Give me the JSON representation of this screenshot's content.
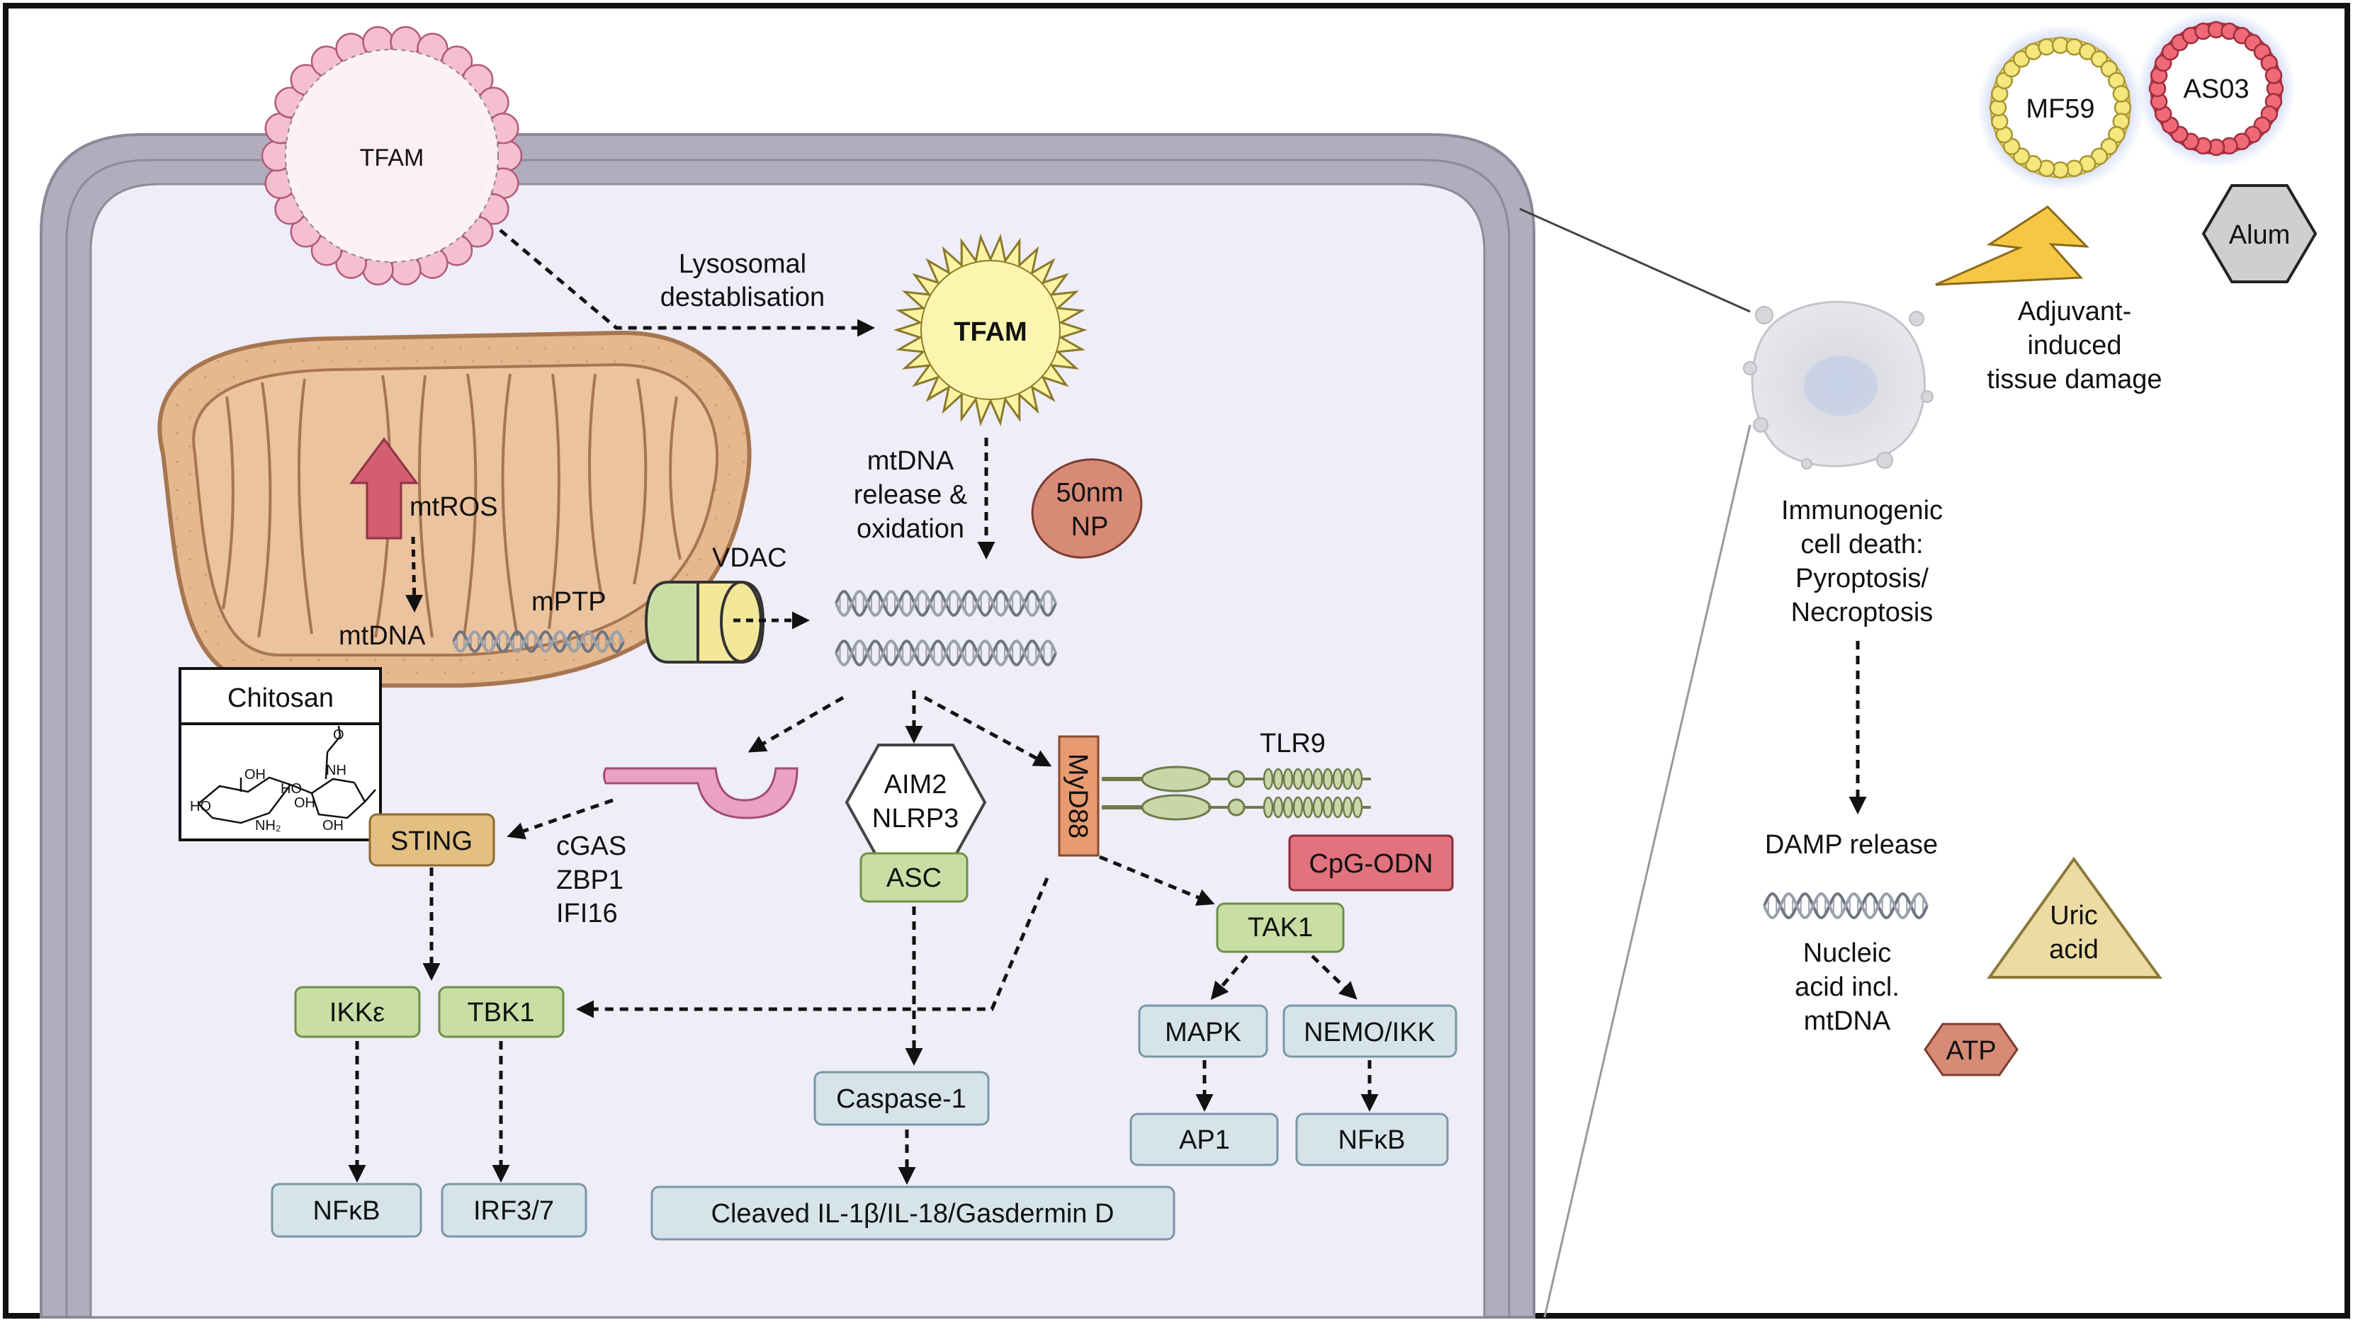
{
  "figure": {
    "tfam_vesicle": "TFAM",
    "tfam_released": "TFAM",
    "lysosomal_line1": "Lysosomal",
    "lysosomal_line2": "destablisation",
    "mtdna_release_line1": "mtDNA",
    "mtdna_release_line2": "release &",
    "mtdna_release_line3": "oxidation",
    "np_line1": "50nm",
    "np_line2": "NP",
    "mtros": "mtROS",
    "mtdna": "mtDNA",
    "mptp": "mPTP",
    "vdac": "VDAC",
    "chitosan": "Chitosan",
    "chitosan_oh1": "OH",
    "chitosan_oh2": "OH",
    "chitosan_oh3": "OH",
    "chitosan_ho1": "HO",
    "chitosan_ho2": "HO",
    "chitosan_nh": "NH",
    "chitosan_nh2": "NH₂",
    "chitosan_o": "O",
    "sting": "STING",
    "cgas": "cGAS",
    "zbp1": "ZBP1",
    "ifi16": "IFI16",
    "aim2": "AIM2",
    "nlrp3": "NLRP3",
    "asc": "ASC",
    "myd88": "MyD88",
    "tlr9": "TLR9",
    "cpg": "CpG-ODN",
    "tak1": "TAK1",
    "mapk": "MAPK",
    "nemo": "NEMO/IKK",
    "ap1": "AP1",
    "nfkb_right": "NFκB",
    "ikke": "IKKε",
    "tbk1": "TBK1",
    "nfkb_left": "NFκB",
    "irf": "IRF3/7",
    "caspase": "Caspase-1",
    "cleaved": "Cleaved IL-1β/IL-18/Gasdermin D",
    "mf59": "MF59",
    "as03": "AS03",
    "alum": "Alum",
    "adjuvant_line1": "Adjuvant-",
    "adjuvant_line2": "induced",
    "adjuvant_line3": "tissue damage",
    "icd_line1": "Immunogenic",
    "icd_line2": "cell death:",
    "icd_line3": "Pyroptosis/",
    "icd_line4": "Necroptosis",
    "damp": "DAMP release",
    "nucleic_line1": "Nucleic",
    "nucleic_line2": "acid incl.",
    "nucleic_line3": "mtDNA",
    "uric_line1": "Uric",
    "uric_line2": "acid",
    "atp": "ATP"
  },
  "colors": {
    "cytoplasm": "#efedf8",
    "membrane": "#a9a5b4",
    "green_box": "#c8dea5",
    "blue_box": "#d6e4ea",
    "sting_box": "#e3bf82",
    "myd88": "#e89a70",
    "cpg": "#e0737e",
    "np": "#d78a76",
    "atp": "#d78a76",
    "uric": "#ecdca2",
    "alum": "#cfcfcf",
    "mito": "#e3b48c",
    "tfam_vesicle": "#f6c3d2",
    "tfam_sun": "#fbf5b0",
    "mf59": "#f4e77c",
    "as03": "#ef6977",
    "arrow_red": "#d25e70"
  }
}
